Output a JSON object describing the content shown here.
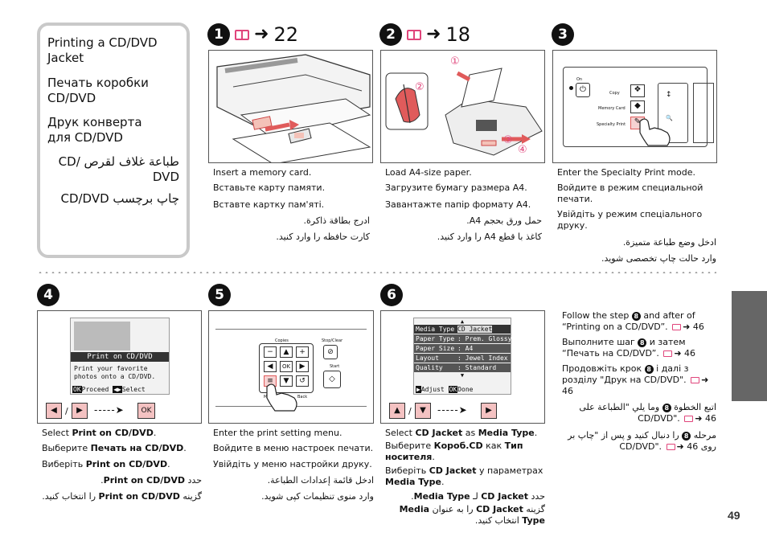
{
  "sidebar": {
    "en": "Printing a CD/DVD Jacket",
    "ru": "Печать коробки CD/DVD",
    "uk": "Друк конверта для CD/DVD",
    "ar": "طباعة غلاف لقرص CD/ DVD",
    "fa": "چاپ برچسب CD/DVD"
  },
  "step1": {
    "num": "1",
    "ref": "22",
    "en": "Insert a memory card.",
    "ru": "Вставьте карту памяти.",
    "uk": "Вставте картку пам'яті.",
    "ar": "ادرج بطاقة ذاكرة.",
    "fa": "کارت حافظه را وارد کنید."
  },
  "step2": {
    "num": "2",
    "ref": "18",
    "en": "Load A4-size paper.",
    "ru": "Загрузите бумагу размера A4.",
    "uk": "Завантажте папір формату A4.",
    "ar": "حمل ورق بحجم A4.",
    "fa": "کاغذ با قطع A4 را وارد کنید.",
    "labels": [
      "①",
      "②",
      "③",
      "④"
    ]
  },
  "step3": {
    "num": "3",
    "en": "Enter the Specialty Print mode.",
    "ru": "Войдите в режим специальной печати.",
    "uk": "Увійдіть у режим спеціального друку.",
    "ar": "ادخل وضع طباعة متميزة.",
    "fa": "وارد حالت چاپ تخصصی شوید.",
    "panel": {
      "on": "On",
      "copy": "Copy",
      "memory_card": "Memory Card",
      "specialty_print": "Specialty Print"
    }
  },
  "step4": {
    "num": "4",
    "screen_title": "Print on CD/DVD",
    "screen_text": "Print your favorite photos onto a CD/DVD.",
    "screen_proceed": "Proceed",
    "screen_select": "Select",
    "ok_label": "OK",
    "ok_badge": "OK",
    "en_pre": "Select ",
    "en_b": "Print on CD/DVD",
    "en_post": ".",
    "ru_pre": "Выберите ",
    "ru_b": "Печать на CD/DVD",
    "ru_post": ".",
    "uk_pre": "Виберіть ",
    "uk_b": "Print on CD/DVD",
    "uk_post": ".",
    "ar_pre": "حدد ",
    "ar_b": "Print on CD/DVD",
    "ar_post": ".",
    "fa_pre": "گزینه ",
    "fa_b": "Print on CD/DVD",
    "fa_post": " را انتخاب کنید."
  },
  "step5": {
    "num": "5",
    "panel": {
      "copies": "Copies",
      "stop_clear": "Stop/Clear",
      "start": "Start",
      "menu": "Menu",
      "back": "Back",
      "ok": "OK"
    },
    "en": "Enter the print setting menu.",
    "ru": "Войдите в меню настроек печати.",
    "uk": "Увійдіть у меню настройки друку.",
    "ar": "ادخل قائمة إعدادات الطباعة.",
    "fa": "وارد منوی تنظیمات کپی شوید."
  },
  "step6": {
    "num": "6",
    "screen_rows": [
      {
        "k": "Media Type",
        "v": "CD Jacket"
      },
      {
        "k": "Paper Type",
        "v": ": Prem. Glossy"
      },
      {
        "k": "Paper Size",
        "v": ": A4"
      },
      {
        "k": "Layout",
        "v": ": Jewel Index"
      },
      {
        "k": "Quality",
        "v": ": Standard"
      }
    ],
    "screen_adjust": "Adjust",
    "screen_done": "Done",
    "ok_badge": "OK",
    "en_1": "Select ",
    "en_b1": "CD Jacket",
    "en_2": " as ",
    "en_b2": "Media Type",
    "en_3": ".",
    "ru_1": "Выберите ",
    "ru_b1": "Короб.CD",
    "ru_2": " как ",
    "ru_b2": "Тип носителя",
    "ru_3": ".",
    "uk_1": "Виберіть ",
    "uk_b1": "CD Jacket",
    "uk_2": " у параметрах ",
    "uk_b2": "Media Type",
    "uk_3": ".",
    "ar_1": "حدد ",
    "ar_b1": "CD Jacket",
    "ar_2": " لـ ",
    "ar_b2": "Media Type",
    "ar_3": ".",
    "fa_1": "گزینه ",
    "fa_b1": "CD Jacket",
    "fa_2": " را به عنوان ",
    "fa_b2": "Media Type",
    "fa_3": " انتخاب کنید."
  },
  "followup": {
    "en_a": "Follow the step ",
    "en_b": " and after of “Printing on a CD/DVD”. ",
    "en_ref": "46",
    "ru_a": "Выполните шаг ",
    "ru_b": " и затем “Печать на CD/DVD”. ",
    "ru_ref": "46",
    "uk_a": "Продовжіть крок ",
    "uk_b": " і далі з розділу \"Друк на CD/DVD\". ",
    "uk_ref": "46",
    "ar_a": "اتبع الخطوة ",
    "ar_b": " وما يلي \"الطباعة على ",
    "ar_c": "CD/DVD\". ",
    "ar_ref": "46",
    "fa_a": "مرحله ",
    "fa_b": " را دنبال کنید و پس از \"چاپ بر روی ",
    "fa_c": "CD/DVD\". ",
    "fa_ref": "46",
    "step_badge": "8"
  },
  "page_number": "49",
  "colors": {
    "accent": "#e0457b",
    "border": "#c9c9c9",
    "tab": "#666666"
  }
}
